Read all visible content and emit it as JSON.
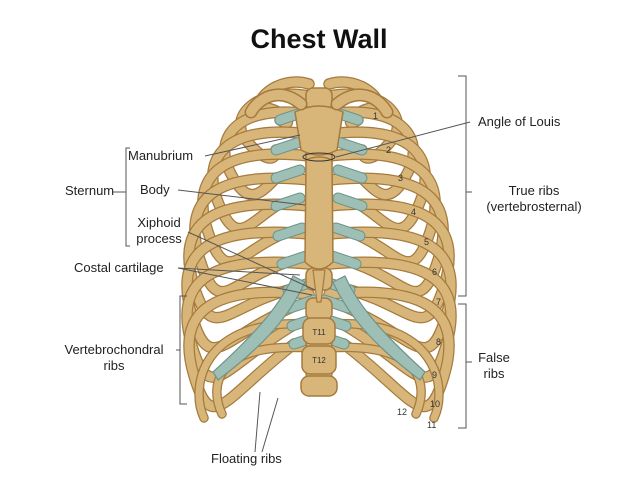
{
  "title": "Chest Wall",
  "labels": {
    "manubrium": "Manubrium",
    "sternum": "Sternum",
    "body": "Body",
    "xiphoid_line1": "Xiphoid",
    "xiphoid_line2": "process",
    "costal_cartilage": "Costal cartilage",
    "vertebrochondral_line1": "Vertebrochondral",
    "vertebrochondral_line2": "ribs",
    "floating_ribs": "Floating ribs",
    "angle_of_louis": "Angle of Louis",
    "true_ribs_line1": "True ribs",
    "true_ribs_line2": "(vertebrosternal)",
    "false_ribs_line1": "False",
    "false_ribs_line2": "ribs"
  },
  "rib_numbers": [
    "1",
    "2",
    "3",
    "4",
    "5",
    "6",
    "7",
    "8",
    "9",
    "10",
    "11",
    "12"
  ],
  "vertebra_labels": [
    "T11",
    "T12"
  ],
  "colors": {
    "bone": "#d8b679",
    "bone_edge": "#a57a3e",
    "cartilage": "#9dbfb6",
    "cartilage_edge": "#6e948b",
    "line": "#555555"
  }
}
